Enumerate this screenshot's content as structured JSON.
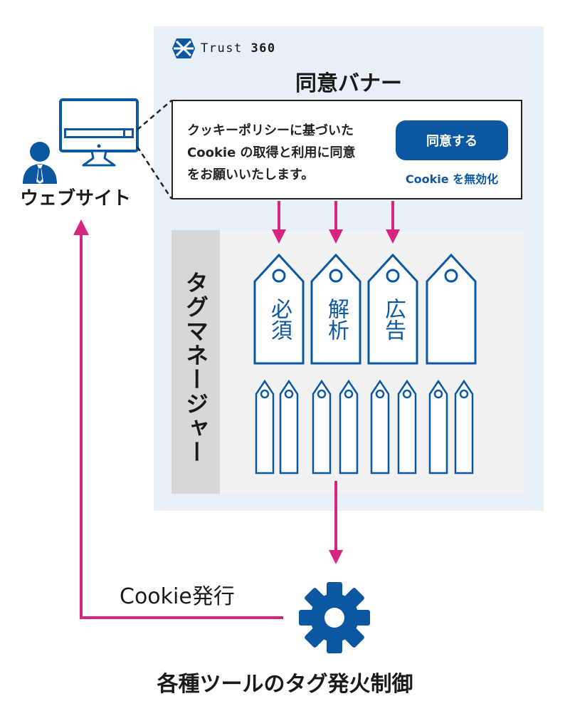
{
  "logo": {
    "text_light": "Trust",
    "text_bold": "360"
  },
  "banner": {
    "title": "同意バナー",
    "message_lines": [
      "クッキーポリシーに基づいた",
      "Cookie の取得と利用に同意",
      "をお願いいたします。"
    ],
    "agree_button": "同意する",
    "disable_link": "Cookie を無効化"
  },
  "tag_manager": {
    "label": "タグマネージャー",
    "large_tags": [
      "必須",
      "解析",
      "広告",
      ""
    ]
  },
  "website": {
    "label": "ウェブサイト"
  },
  "flow": {
    "cookie_issue": "Cookie発行",
    "bottom_label": "各種ツールのタグ発火制御"
  },
  "colors": {
    "primary_blue": "#0b57a2",
    "arrow_magenta": "#d6257e",
    "panel_bg": "#e7eff7"
  },
  "icons": [
    "trust360-logo",
    "person-icon",
    "monitor-icon",
    "tag-icon",
    "gear-icon"
  ]
}
